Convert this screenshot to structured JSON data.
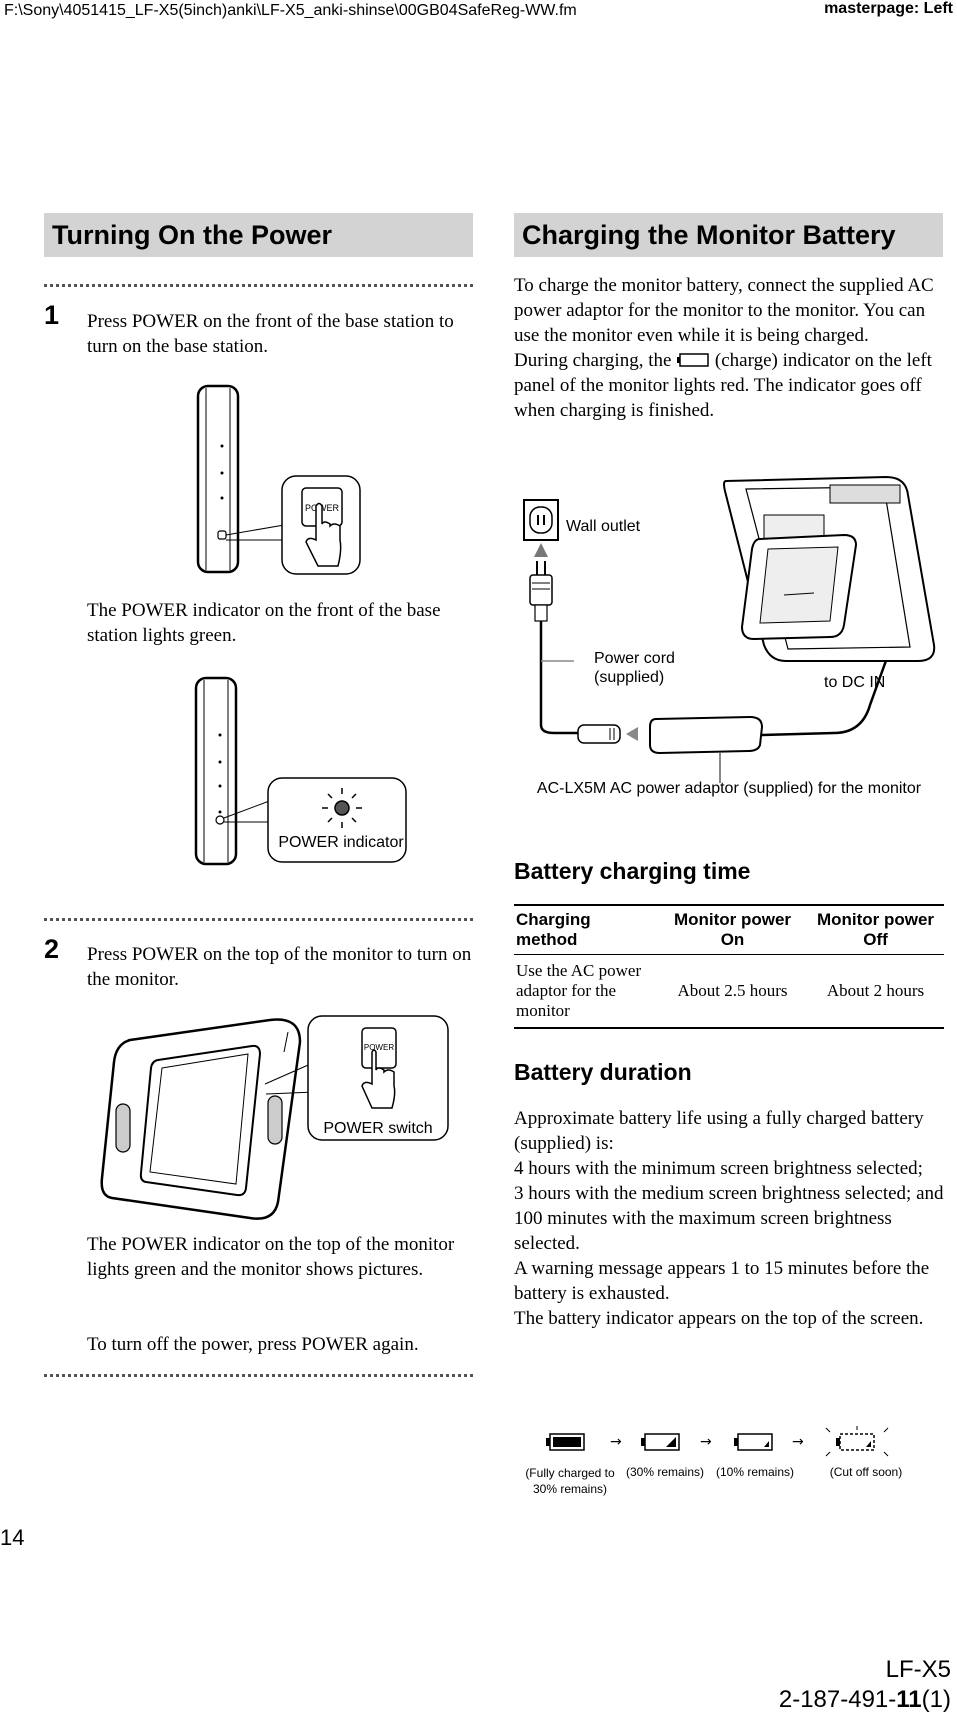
{
  "header": {
    "file_path": "F:\\Sony\\4051415_LF-X5(5inch)anki\\LF-X5_anki-shinse\\00GB04SafeReg-WW.fm",
    "masterpage": "masterpage: Left"
  },
  "left": {
    "title": "Turning On the Power",
    "step1": {
      "num": "1",
      "text": "Press POWER on the front of the base station to turn on the base station.",
      "illus1_label": "POWER",
      "result": "The POWER indicator on the front of the base station lights green.",
      "illus2_callout": "POWER indicator"
    },
    "step2": {
      "num": "2",
      "text": "Press POWER on the top of the monitor to turn on the monitor.",
      "illus_button": "POWER",
      "illus_callout": "POWER switch",
      "result": "The POWER indicator on the top of the monitor lights green and the monitor shows pictures.",
      "off_text": "To turn off the power, press POWER again."
    }
  },
  "right": {
    "title": "Charging the Monitor Battery",
    "intro": [
      "To charge the monitor battery, connect the supplied AC power adaptor for the monitor to the monitor. You can use the monitor even while it is being charged.",
      "During charging, the",
      "(charge) indicator on the left panel of the monitor lights red. The indicator goes off when charging is finished."
    ],
    "diagram": {
      "wall_outlet": "Wall outlet",
      "power_cord_1": "Power cord",
      "power_cord_2": "(supplied)",
      "to_dc_in": "to DC IN",
      "adaptor": "AC-LX5M AC power adaptor (supplied) for the monitor"
    },
    "charging_time": {
      "heading": "Battery charging time",
      "columns": [
        "Charging method",
        "Monitor power On",
        "Monitor power Off"
      ],
      "rows": [
        [
          "Use the AC power adaptor for the monitor",
          "About 2.5 hours",
          "About 2 hours"
        ]
      ]
    },
    "duration": {
      "heading": "Battery duration",
      "lines": [
        "Approximate battery life using a fully charged battery (supplied) is:",
        "4 hours with the minimum screen brightness selected;",
        "3 hours with the medium screen brightness selected; and",
        "100 minutes with the maximum screen brightness selected.",
        "A warning message appears 1 to 15 minutes before the battery is exhausted.",
        "The battery indicator appears on the top of the screen."
      ],
      "battery_labels": [
        "(Fully charged to 30% remains)",
        "(30% remains)",
        "(10% remains)",
        "(Cut off soon)"
      ]
    }
  },
  "footer": {
    "page_number": "14",
    "model": "LF-X5",
    "code_prefix": "2-187-491-",
    "code_bold": "11",
    "code_suffix": "(1)"
  }
}
